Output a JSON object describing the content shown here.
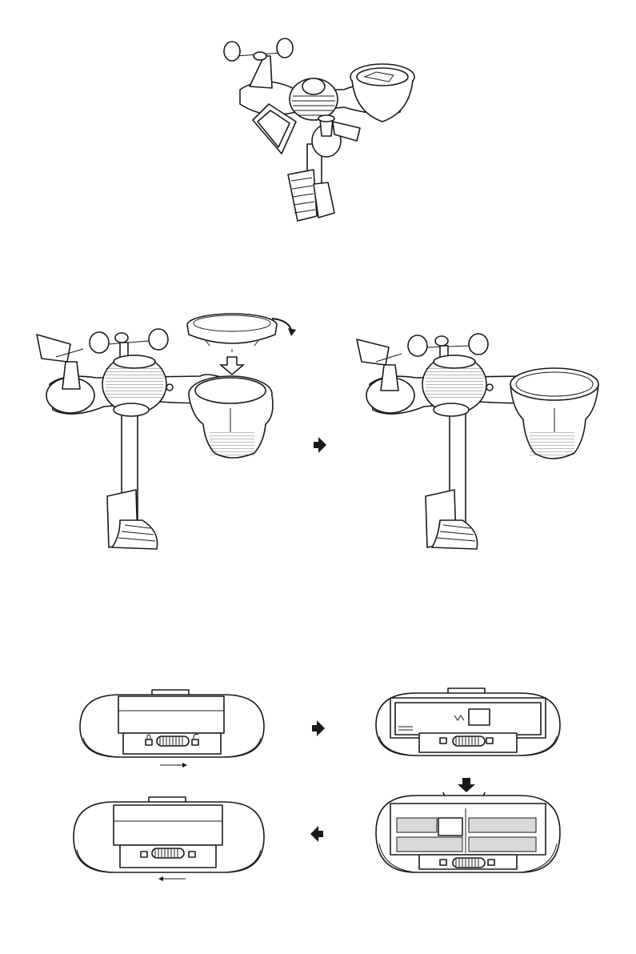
{
  "steps": [
    {
      "id": "sensor-overview"
    },
    {
      "id": "rain-gauge-cover-removal"
    },
    {
      "id": "battery-compartment"
    }
  ],
  "arrows": {
    "right": "right-arrow-icon",
    "down": "down-arrow-icon",
    "left": "left-arrow-icon"
  }
}
